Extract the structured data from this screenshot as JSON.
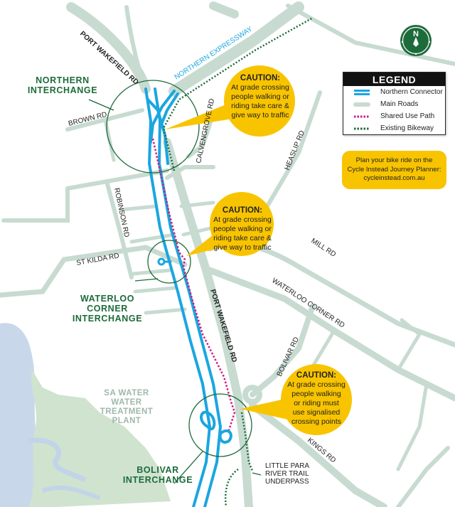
{
  "map": {
    "colors": {
      "northern_connector": "#1aa6e0",
      "main_roads": "#c7dbd1",
      "shared_use_path": "#d5187f",
      "existing_bikeway": "#1d6b3a",
      "caution_fill": "#f8c400",
      "interchange_label": "#1d6b3a",
      "water": "#c8d8ea",
      "parkland": "#cfe3cf"
    },
    "compass": {
      "icon": "compass-north-icon",
      "label": "N"
    },
    "legend": {
      "title": "LEGEND",
      "items": [
        {
          "symbol": "double-blue-line",
          "label": "Northern Connector"
        },
        {
          "symbol": "grey-green-band",
          "label": "Main Roads"
        },
        {
          "symbol": "magenta-dotted-line",
          "label": "Shared Use Path"
        },
        {
          "symbol": "green-dotted-line",
          "label": "Existing Bikeway"
        }
      ]
    },
    "planner": {
      "line1": "Plan your bike ride on the",
      "line2": "Cycle Instead Journey Planner:",
      "line3": "cycleinstead.com.au"
    },
    "cautions": [
      {
        "title": "CAUTION:",
        "lines": [
          "At grade crossing",
          "people walking or",
          "riding take care &",
          "give way to traffic"
        ]
      },
      {
        "title": "CAUTION:",
        "lines": [
          "At grade crossing",
          "people walking or",
          "riding take care &",
          "give way to traffic"
        ]
      },
      {
        "title": "CAUTION:",
        "lines": [
          "At grade crossing",
          "people walking",
          "or riding  must",
          "use signalised",
          "crossing points"
        ]
      }
    ],
    "interchanges": [
      {
        "lines": [
          "NORTHERN",
          "INTERCHANGE"
        ]
      },
      {
        "lines": [
          "WATERLOO",
          "CORNER",
          "INTERCHANGE"
        ]
      },
      {
        "lines": [
          "BOLIVAR",
          "INTERCHANGE"
        ]
      }
    ],
    "roads": {
      "port_wakefield_north": "PORT WAKEFIELD RD",
      "northern_expressway": "NORTHERN EXPRESSWAY",
      "brown": "BROWN RD",
      "calvengrove": "CALVENGROVE RD",
      "heaslip": "HEASLIP RD",
      "robinson": "ROBINSON RD",
      "st_kilda": "ST KILDA RD",
      "mill": "MILL RD",
      "waterloo_corner": "WATERLOO CORNER RD",
      "port_wakefield_south": "PORT WAKEFIELD RD",
      "bolivar": "BOLIVAR RD",
      "kings": "KINGS RD"
    },
    "plant": {
      "lines": [
        "SA WATER",
        "WATER",
        "TREATMENT",
        "PLANT"
      ]
    },
    "underpass": {
      "lines": [
        "LITTLE PARA",
        "RIVER TRAIL",
        "UNDERPASS"
      ]
    }
  }
}
